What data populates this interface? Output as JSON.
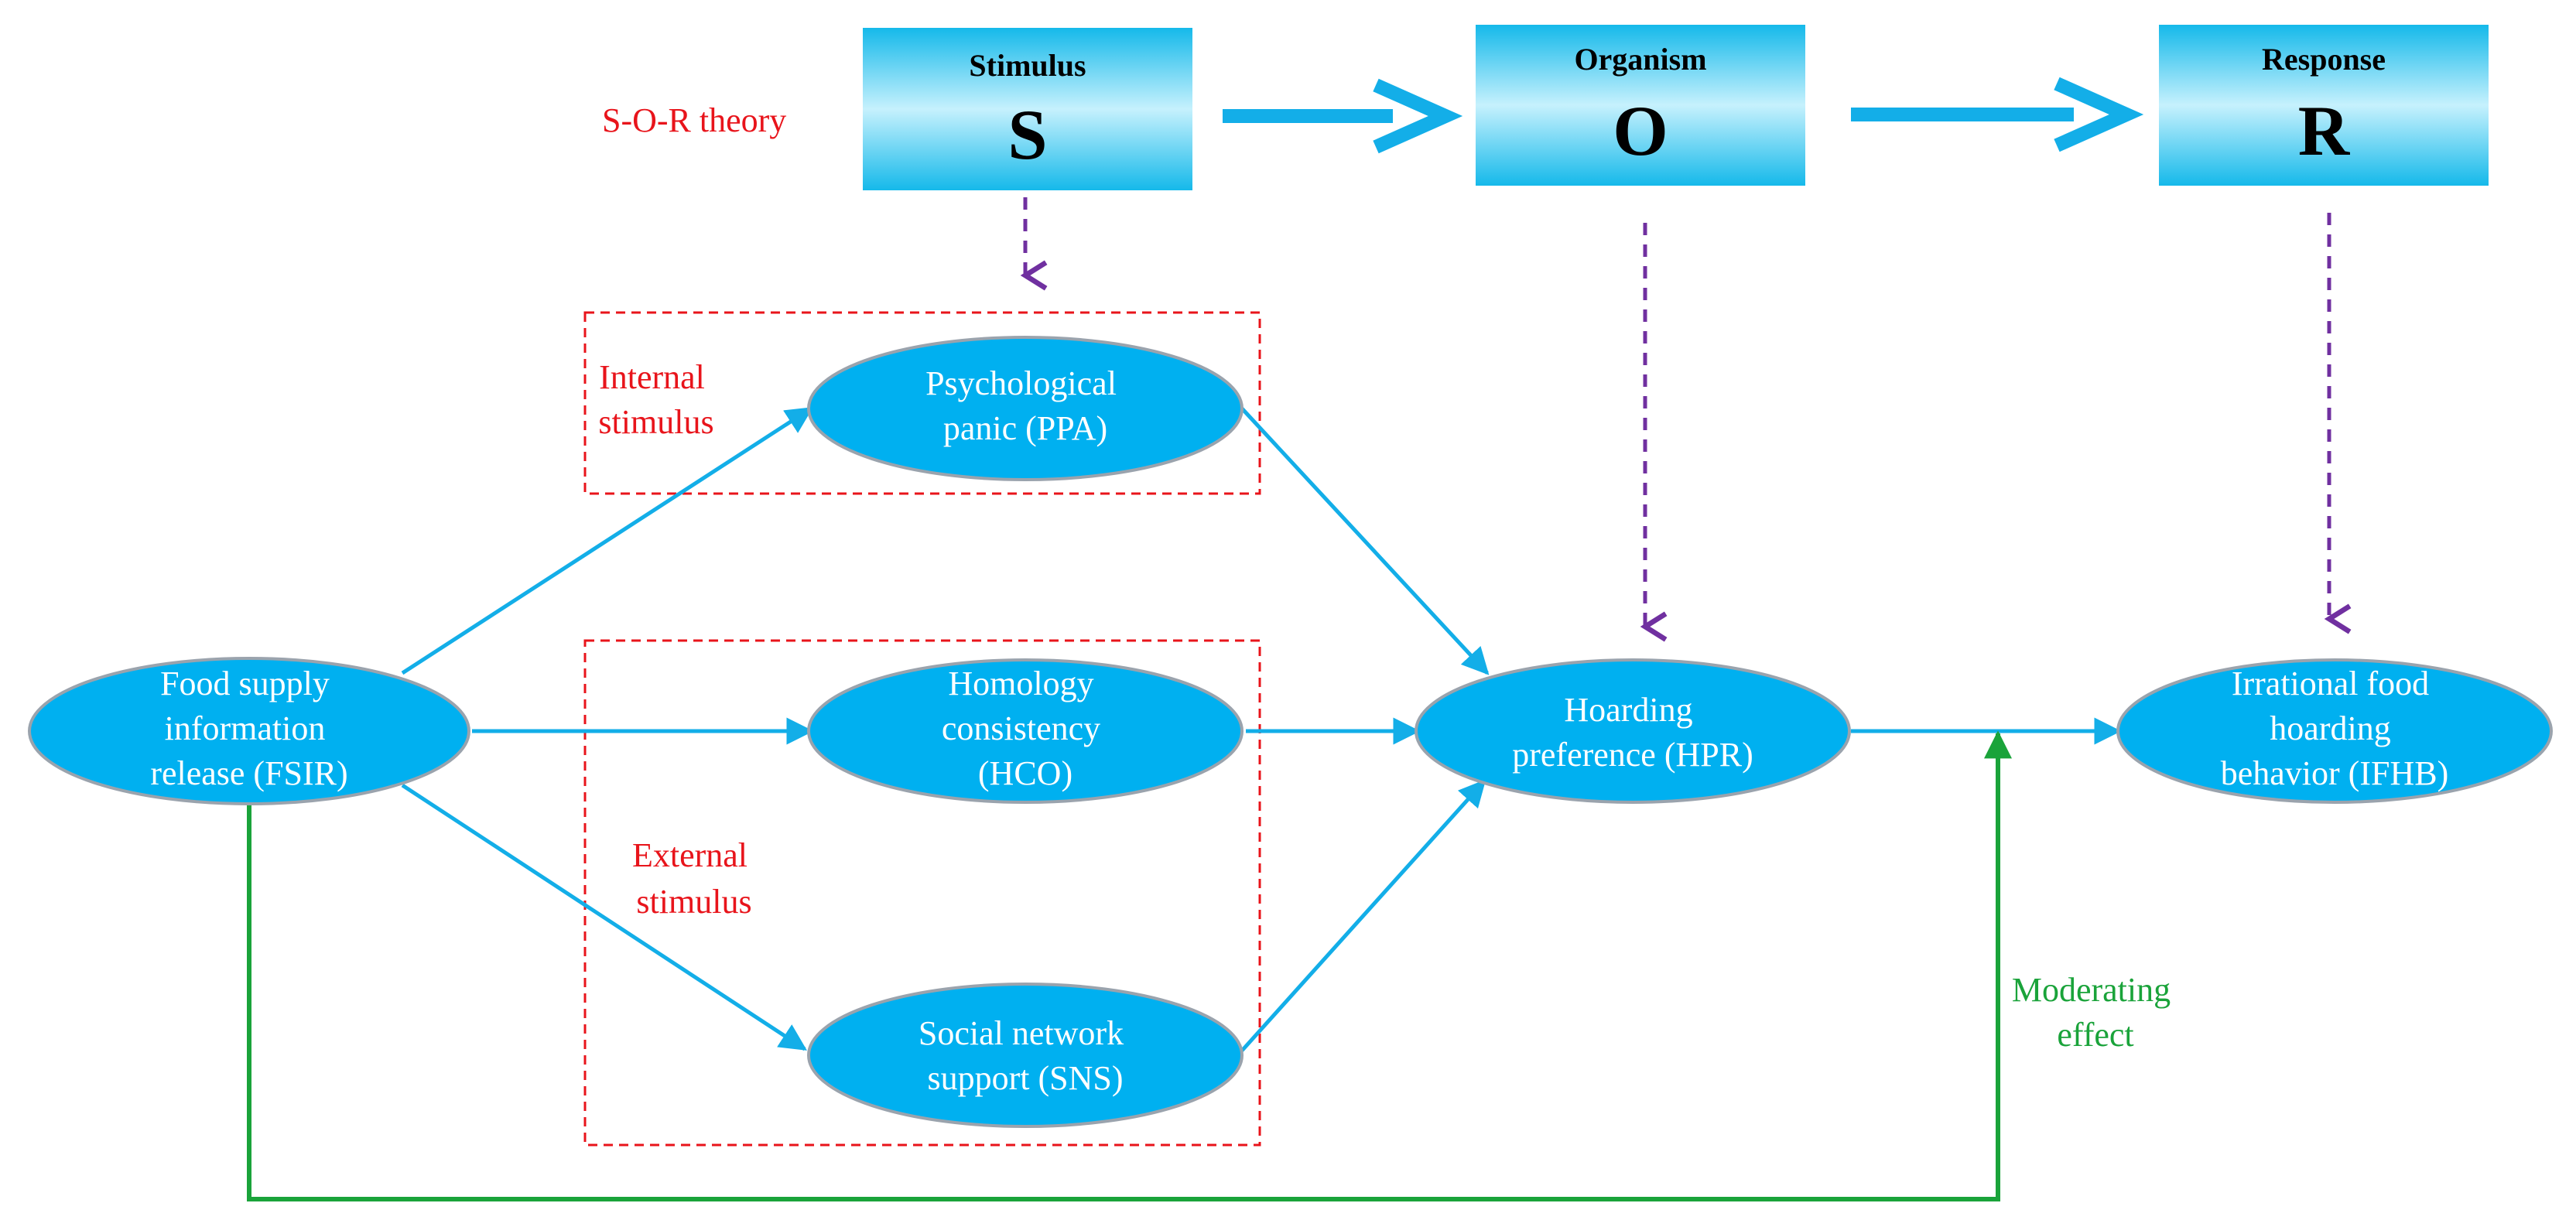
{
  "sor": {
    "theory_label": "S-O-R theory",
    "stimulus": {
      "label": "Stimulus",
      "letter": "S"
    },
    "organism": {
      "label": "Organism",
      "letter": "O"
    },
    "response": {
      "label": "Response",
      "letter": "R"
    }
  },
  "groups": {
    "internal": {
      "line1": "Internal",
      "line2": "stimulus"
    },
    "external": {
      "line1": "External",
      "line2": "stimulus"
    }
  },
  "nodes": {
    "fsir": {
      "lines": [
        "Food supply",
        "information",
        "release (FSIR)"
      ]
    },
    "ppa": {
      "lines": [
        "Psychological",
        "panic (PPA)"
      ]
    },
    "hco": {
      "lines": [
        "Homology",
        "consistency",
        "(HCO)"
      ]
    },
    "sns": {
      "lines": [
        "Social network",
        "support (SNS)"
      ]
    },
    "hpr": {
      "lines": [
        "Hoarding",
        "preference (HPR)"
      ]
    },
    "ifhb": {
      "lines": [
        "Irrational food",
        "hoarding",
        "behavior (IFHB)"
      ]
    }
  },
  "moderating": {
    "line1": "Moderating",
    "line2": "effect"
  },
  "colors": {
    "node_fill": "#00b0f0",
    "node_stroke": "#9aa3ad",
    "arrow_blue": "#13aee8",
    "dashed_purple": "#7030a0",
    "dashed_red": "#e8141b",
    "green": "#1aa33a",
    "label_red": "#e8141b"
  }
}
